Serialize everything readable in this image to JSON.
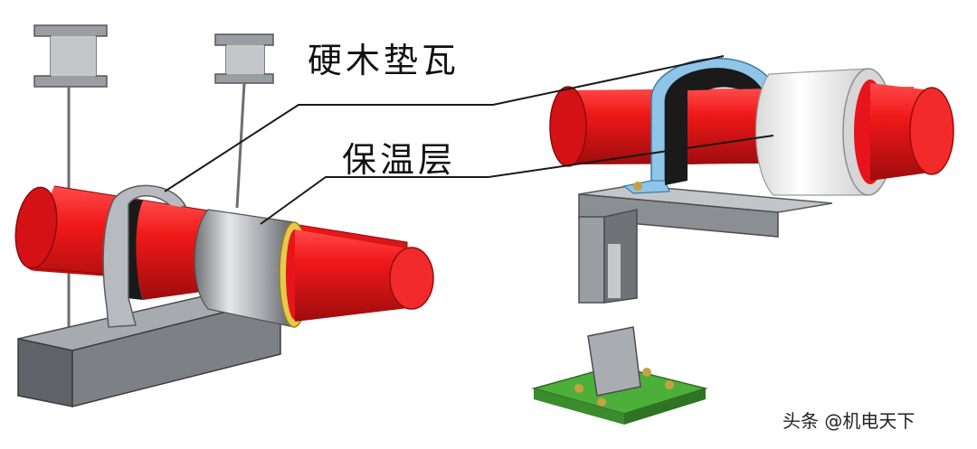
{
  "labels": {
    "hard_wood_pad": "硬木垫瓦",
    "insulation_layer": "保温层"
  },
  "watermark": "头条 @机电天下",
  "colors": {
    "pipe_red": "#e8141b",
    "pipe_dark_red": "#a80d10",
    "steel_gray": "#8c8f94",
    "steel_light": "#c9cbcf",
    "insulation_white": "#f2f2f2",
    "wood_black": "#1a1a1a",
    "clamp_blue": "#8ec5e8",
    "base_green": "#4caf3a",
    "bolt_gold": "#c8a040"
  }
}
